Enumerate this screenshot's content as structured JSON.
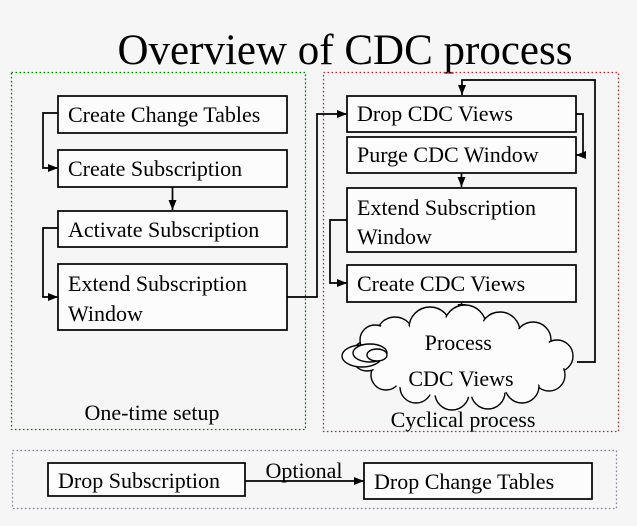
{
  "title": "Overview of CDC process",
  "colors": {
    "background": "#f6f6f6",
    "box_fill": "#fcfcfc",
    "line": "#000000",
    "setup_panel_border": "#008000",
    "cyclical_panel_border": "#b03030",
    "optional_panel_border": "#8585ad"
  },
  "setup_panel": {
    "caption": "One-time setup",
    "steps": [
      {
        "label": "Create Change Tables"
      },
      {
        "label": "Create Subscription"
      },
      {
        "label": "Activate Subscription"
      },
      {
        "label": "Extend Subscription Window",
        "lines": [
          "Extend Subscription",
          "Window"
        ]
      }
    ]
  },
  "cyclical_panel": {
    "caption": "Cyclical process",
    "steps": [
      {
        "label": "Drop CDC Views"
      },
      {
        "label": "Purge CDC Window"
      },
      {
        "label": "Extend Subscription Window",
        "lines": [
          "Extend Subscription",
          "Window"
        ]
      },
      {
        "label": "Create CDC Views"
      }
    ],
    "cloud": {
      "lines": [
        "Process",
        "CDC Views"
      ]
    }
  },
  "optional_panel": {
    "arrow_label": "Optional",
    "steps": [
      {
        "label": "Drop Subscription"
      },
      {
        "label": "Drop Change Tables"
      }
    ]
  }
}
